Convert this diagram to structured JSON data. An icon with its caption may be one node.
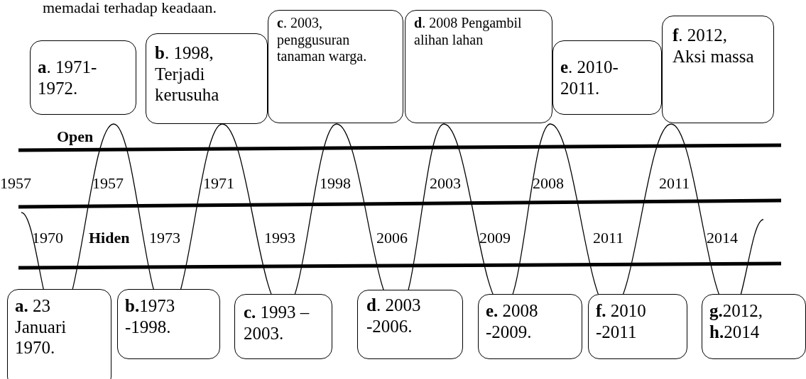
{
  "diagram": {
    "nodes": [
      {
        "text": [
          "**a**. 1971-1972."
        ]
      },
      {
        "text": [
          "**b**. 1998, Terjadi kerusuha"
        ]
      },
      {
        "text": [
          "**c**. 2003, penggusuran tanaman warga."
        ]
      },
      {
        "text": [
          "**d**. 2008 Pengambil alihan lahan"
        ]
      },
      {
        "text": [
          "**e**. 2010-2011."
        ]
      },
      {
        "text": [
          "**f**. 2012, Aksi massa"
        ]
      },
      {
        "text": [
          "**a.** 23 Januari 1970."
        ]
      },
      {
        "text": [
          "**b.**1973 -1998."
        ]
      },
      {
        "text": [
          "**c.** 1993 –2003."
        ]
      },
      {
        "text": [
          "**d**. 2003 -2006."
        ]
      },
      {
        "text": [
          "**e.** 2008 -2009."
        ]
      },
      {
        "text": [
          "**f.** 2010 -2011"
        ]
      },
      {
        "text": [
          "**g.**2012, **h.**2014"
        ]
      }
    ],
    "labels": [
      "memadai terhadap keadaan.",
      "Open",
      "1957",
      "1957",
      "1971",
      "1998",
      "2003",
      "2008",
      "2011",
      "1970",
      "Hiden",
      "1973",
      "1993",
      "2006",
      "2009",
      "2011",
      "2014"
    ]
  }
}
